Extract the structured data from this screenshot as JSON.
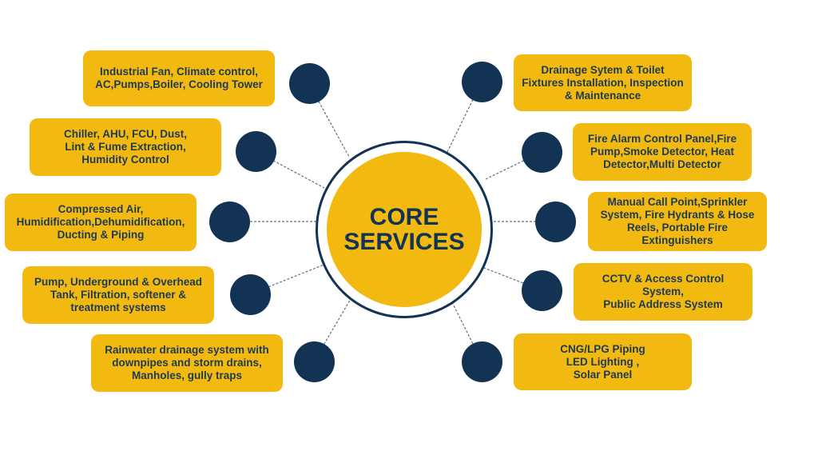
{
  "center": {
    "line1": "CORE",
    "line2": "SERVICES"
  },
  "colors": {
    "box": "#F2B911",
    "dot": "#123354",
    "text": "#1E3A55",
    "connector": "#5A7088"
  },
  "services": [
    {
      "id": "industrial-fan",
      "text": "Industrial Fan, Climate control,\nAC,Pumps,Boiler, Cooling Tower"
    },
    {
      "id": "chiller",
      "text": "Chiller, AHU, FCU, Dust,\nLint & Fume Extraction,\nHumidity Control"
    },
    {
      "id": "compressed-air",
      "text": "Compressed Air,\nHumidification,Dehumidification,\nDucting & Piping"
    },
    {
      "id": "pump",
      "text": "Pump, Underground & Overhead\nTank, Filtration, softener &\ntreatment systems"
    },
    {
      "id": "rainwater",
      "text": "Rainwater drainage system with\ndownpipes and storm drains,\nManholes, gully traps"
    },
    {
      "id": "drainage",
      "text": "Drainage Sytem & Toilet\nFixtures Installation, Inspection\n& Maintenance"
    },
    {
      "id": "fire-alarm",
      "text": "Fire Alarm Control Panel,Fire\nPump,Smoke Detector, Heat\nDetector,Multi Detector"
    },
    {
      "id": "call-point",
      "text": "Manual Call Point,Sprinkler\nSystem, Fire Hydrants & Hose\nReels, Portable Fire\nExtinguishers"
    },
    {
      "id": "cctv",
      "text": "CCTV & Access Control\nSystem,\nPublic Address System"
    },
    {
      "id": "cng",
      "text": "CNG/LPG Piping\nLED Lighting ,\nSolar Panel"
    }
  ]
}
